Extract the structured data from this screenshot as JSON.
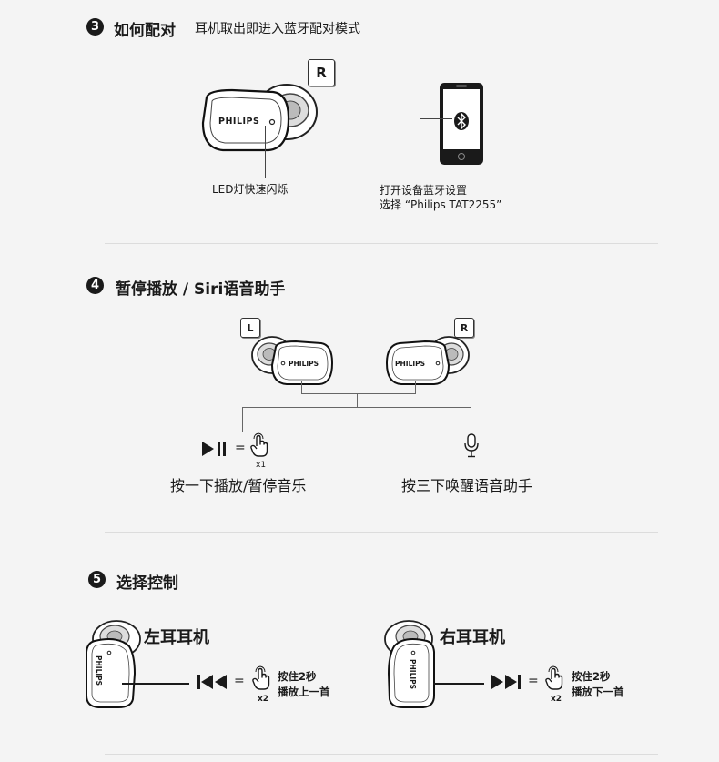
{
  "section3": {
    "number": "3",
    "title": "如何配对",
    "subtitle": "耳机取出即进入蓝牙配对模式",
    "key_label": "R",
    "brand": "PHILIPS",
    "led_caption": "LED灯快速闪烁",
    "phone_caption_line1": "打开设备蓝牙设置",
    "phone_caption_line2": "选择 “Philips TAT2255”"
  },
  "section4": {
    "number": "4",
    "title": "暂停播放 / Siri语音助手",
    "left_key": "L",
    "right_key": "R",
    "brand": "PHILIPS",
    "equals": "=",
    "press_count": "x1",
    "left_caption": "按一下播放/暂停音乐",
    "right_caption": "按三下唤醒语音助手"
  },
  "section5": {
    "number": "5",
    "title": "选择控制",
    "brand": "PHILIPS",
    "left": {
      "label": "左耳耳机",
      "equals": "=",
      "press_count": "x2",
      "action_line1": "按住2秒",
      "action_line2": "播放上一首"
    },
    "right": {
      "label": "右耳耳机",
      "equals": "=",
      "press_count": "x2",
      "action_line1": "按住2秒",
      "action_line2": "播放下一首"
    }
  },
  "icons": [
    "earbud-icon",
    "phone-icon",
    "bluetooth-icon",
    "play-pause-icon",
    "tap-hand-icon",
    "microphone-icon",
    "previous-track-icon",
    "next-track-icon"
  ]
}
